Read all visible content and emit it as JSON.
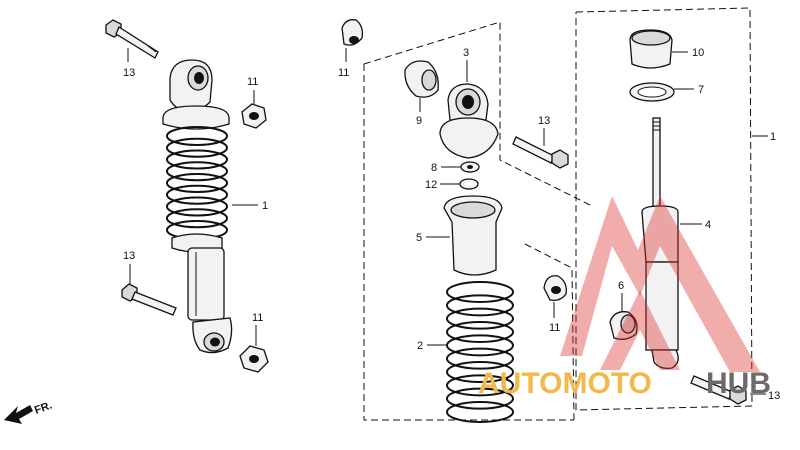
{
  "callouts": {
    "left_bolt_top": "13",
    "left_nut_top": "11",
    "left_shock": "1",
    "left_bolt_bottom": "13",
    "left_nut_bottom": "11",
    "mid_nut_top": "11",
    "mid_bushing": "9",
    "mid_spring_seat": "3",
    "mid_bolt": "13",
    "mid_washer": "8",
    "mid_clip": "12",
    "mid_stopper": "5",
    "mid_spring": "2",
    "mid_nut_bottom": "11",
    "right_cap": "10",
    "right_washer": "7",
    "right_assembly": "1",
    "right_damper": "4",
    "right_bushing": "6",
    "right_bolt": "13"
  },
  "direction_arrow": "FR.",
  "watermark": {
    "part_a": "AUTOMOTO",
    "part_b": "HUB",
    "color_a": "#f3b84a",
    "color_b": "#6b6b6b",
    "triangle_color": "#dc2828"
  }
}
